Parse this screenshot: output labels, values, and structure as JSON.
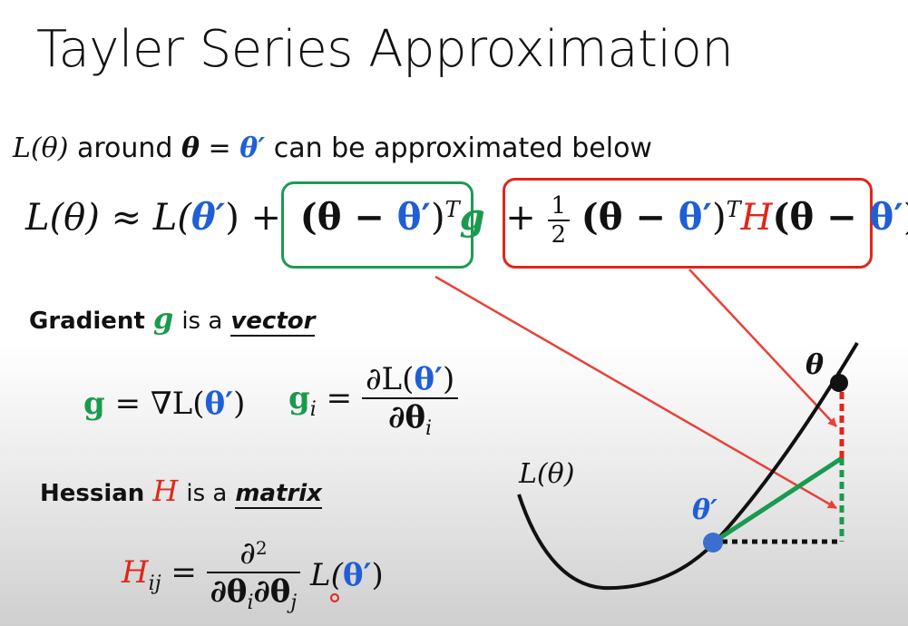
{
  "title": "Tayler Series Approximation",
  "intro": {
    "lhs": "L(θ)",
    "around": "around",
    "theta": "θ",
    "equals": "=",
    "theta_prime": "θ′",
    "tail": "can be approximated below"
  },
  "formula": {
    "left": "L(θ) ≈ L(",
    "theta_prime": "θ′",
    "right_paren_plus": ") +",
    "grad_term_a": "(θ − ",
    "grad_term_theta_prime": "θ′",
    "grad_term_b": ")",
    "grad_term_T": "T",
    "grad_term_g": "g",
    "plus": "+",
    "half_num": "1",
    "half_den": "2",
    "hess_a": "(θ − ",
    "hess_theta_prime": "θ′",
    "hess_b": ")",
    "hess_T": "T",
    "hess_H": "H",
    "hess_c": "(θ − ",
    "hess_theta_prime2": "θ′",
    "hess_d": ")"
  },
  "gradient": {
    "label_a": "Gradient",
    "label_g": "g",
    "label_b": "is a",
    "label_word": "vector",
    "eq_g": "g",
    "eq_rest": " = ∇L(",
    "eq_theta_prime": "θ′",
    "eq_close": ")",
    "gi": "g",
    "gi_sub": "i",
    "gi_eq": " =",
    "frac_num_a": "∂L(",
    "frac_num_theta": "θ′",
    "frac_num_close": ")",
    "frac_den": "∂θ",
    "frac_den_sub": "i"
  },
  "hessian": {
    "label_a": "Hessian",
    "label_H": "H",
    "label_b": "is a",
    "label_word": "matrix",
    "eq_H": "H",
    "eq_sub": "ij",
    "eq_equals": " =",
    "frac_num": "∂",
    "frac_num_sup": "2",
    "frac_den": "∂θ",
    "frac_den_sub1": "i",
    "frac_den_mid": "∂θ",
    "frac_den_sub2": "j",
    "after": "L(",
    "after_theta": "θ′",
    "after_close": ")"
  },
  "plot": {
    "curve_label": "L(θ)",
    "theta_label": "θ",
    "theta_prime_label": "θ′"
  },
  "colors": {
    "blue": "#1f5fd6",
    "green": "#1a9a4e",
    "red": "#e0261b"
  }
}
